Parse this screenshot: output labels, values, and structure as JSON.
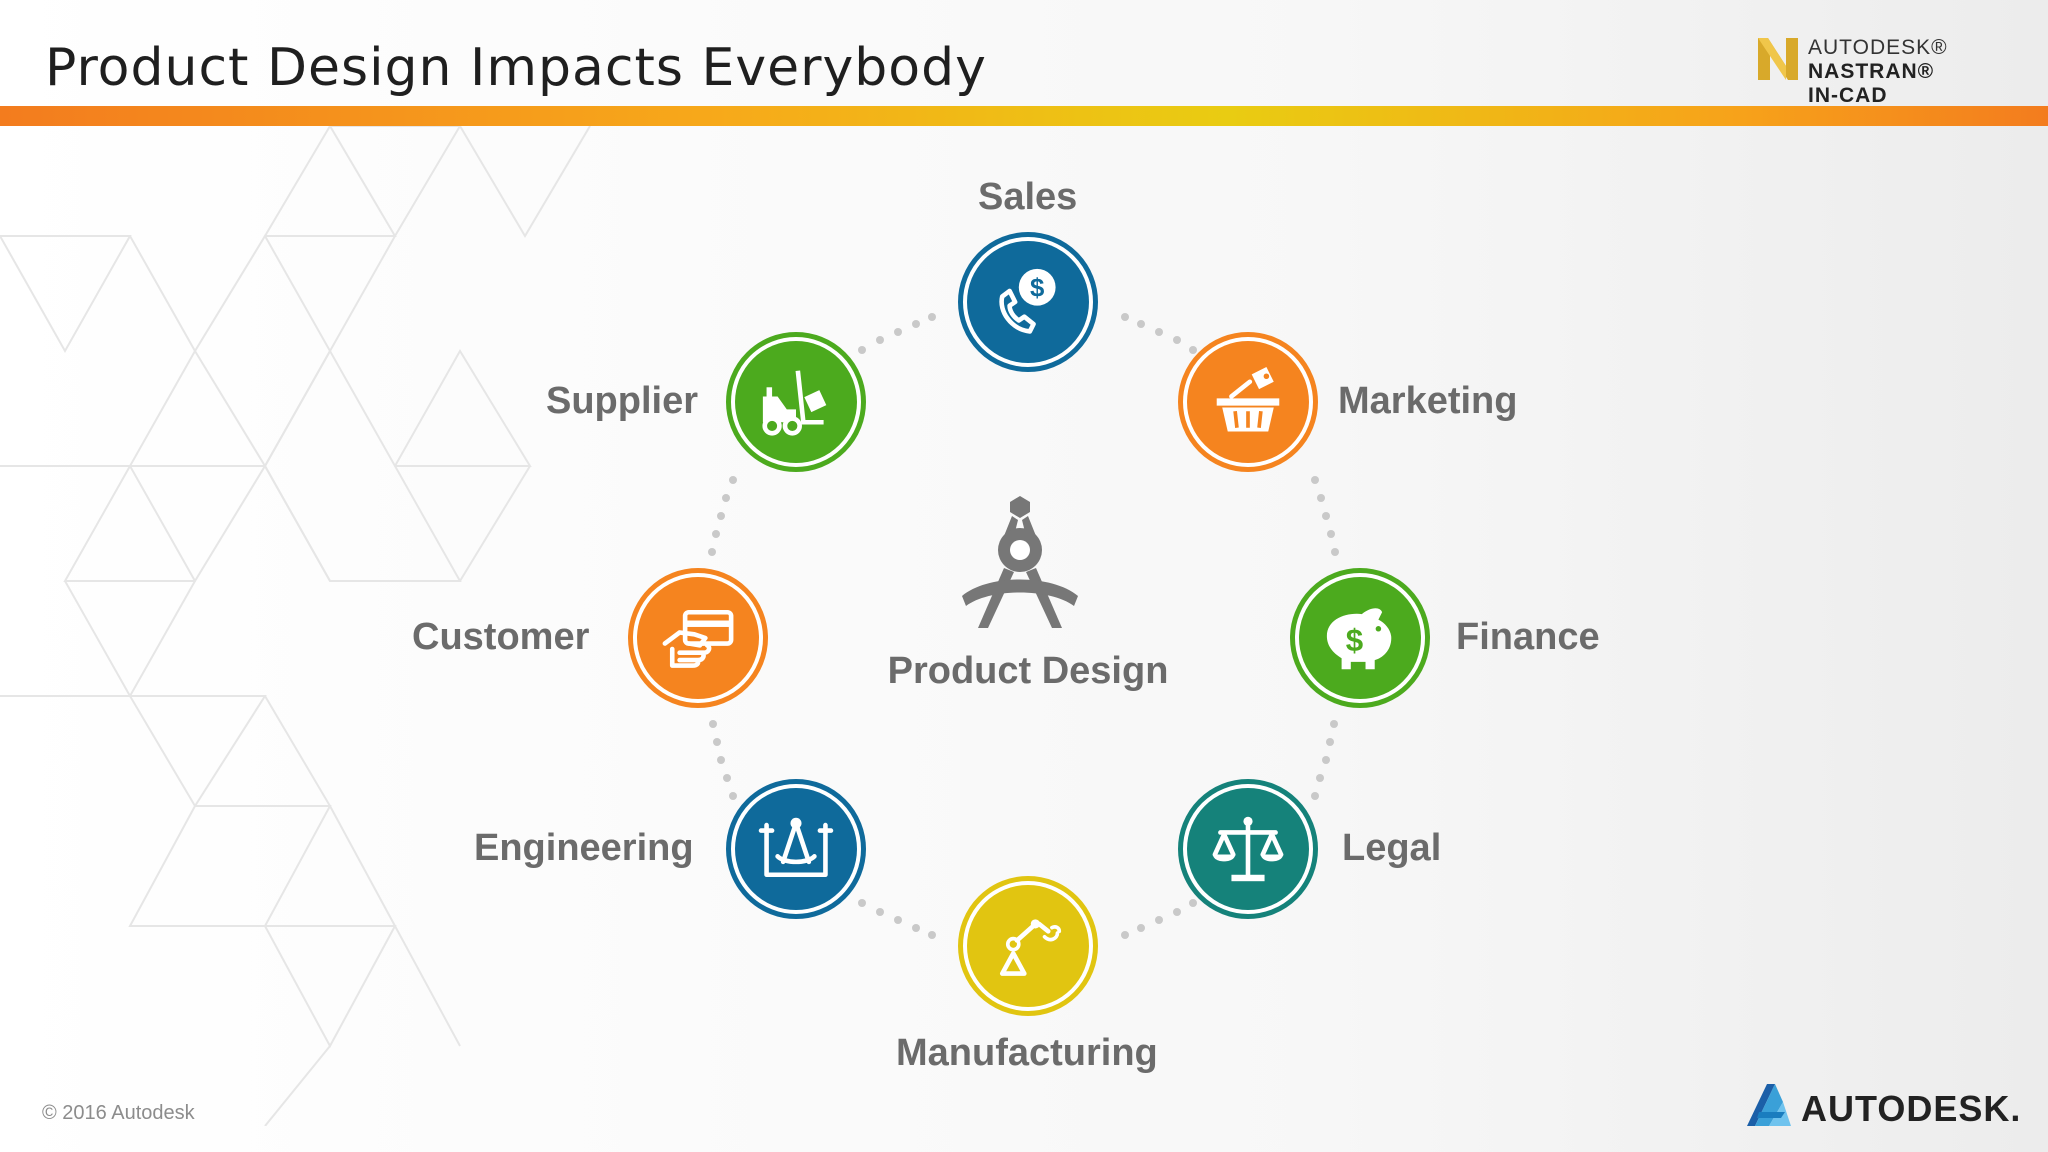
{
  "slide": {
    "title": "Product Design Impacts Everybody",
    "copyright": "© 2016 Autodesk",
    "brand_top_line1": "AUTODESK®",
    "brand_top_line2": "NASTRAN® IN-CAD",
    "brand_bottom": "AUTODESK."
  },
  "center": {
    "label": "Product Design",
    "icon": "compass-drafting-icon",
    "color": "#777777"
  },
  "nodes": [
    {
      "key": "sales",
      "label": "Sales",
      "icon": "phone-dollar-icon",
      "color": "#0f6a9b"
    },
    {
      "key": "marketing",
      "label": "Marketing",
      "icon": "shopping-basket-tag-icon",
      "color": "#f5841f"
    },
    {
      "key": "finance",
      "label": "Finance",
      "icon": "piggy-bank-icon",
      "color": "#4caa1e"
    },
    {
      "key": "legal",
      "label": "Legal",
      "icon": "scales-icon",
      "color": "#15827a"
    },
    {
      "key": "manufacturing",
      "label": "Manufacturing",
      "icon": "robot-arm-icon",
      "color": "#e1c511"
    },
    {
      "key": "engineering",
      "label": "Engineering",
      "icon": "blueprint-compass-icon",
      "color": "#0f6a9b"
    },
    {
      "key": "customer",
      "label": "Customer",
      "icon": "hand-credit-card-icon",
      "color": "#f5841f"
    },
    {
      "key": "supplier",
      "label": "Supplier",
      "icon": "forklift-icon",
      "color": "#4caa1e"
    }
  ],
  "colors": {
    "accent_bar_start": "#f37c1e",
    "accent_bar_mid": "#e9cc12",
    "label_gray": "#6b6b6b",
    "dot_gray": "#c9c9c9"
  }
}
